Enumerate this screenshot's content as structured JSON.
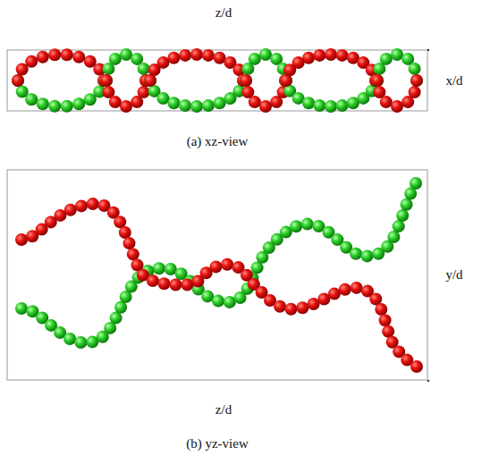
{
  "diagram": {
    "labels": [
      "z/d",
      "x/d",
      "(a) xz-view",
      "y/d",
      "z/d",
      "(b) yz-view"
    ]
  }
}
